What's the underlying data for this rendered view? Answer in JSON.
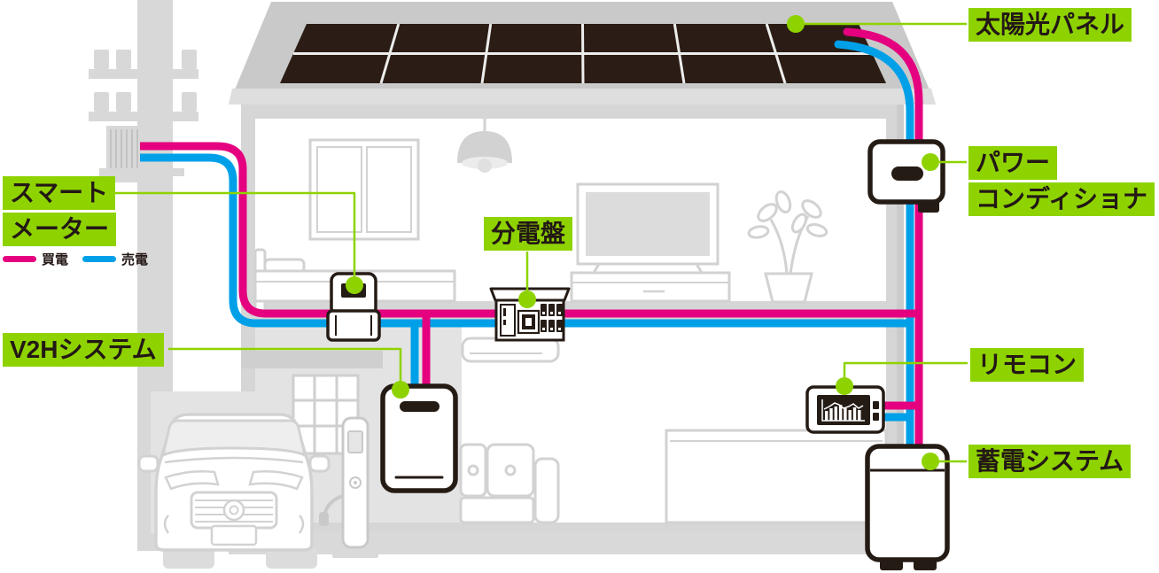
{
  "diagram": {
    "type": "home-energy-system-diagram",
    "labels": {
      "solar_panel": "太陽光パネル",
      "power_conditioner": [
        "パワー",
        "コンディショナ"
      ],
      "smart_meter": [
        "スマート",
        "メーター"
      ],
      "distribution_board": "分電盤",
      "v2h_system": "V2Hシステム",
      "remote_controller": "リモコン",
      "storage_battery": "蓄電システム"
    },
    "legend": {
      "buy_power": "買電",
      "sell_power": "売電"
    },
    "colors": {
      "buy_power_line": "#e4007f",
      "sell_power_line": "#00a0e9",
      "label_highlight": "#8ed300",
      "label_text": "#231815",
      "device_outline": "#251b15",
      "house_gray": "#d6d6d6",
      "solar_panel_dark": "#2b1d15"
    }
  }
}
